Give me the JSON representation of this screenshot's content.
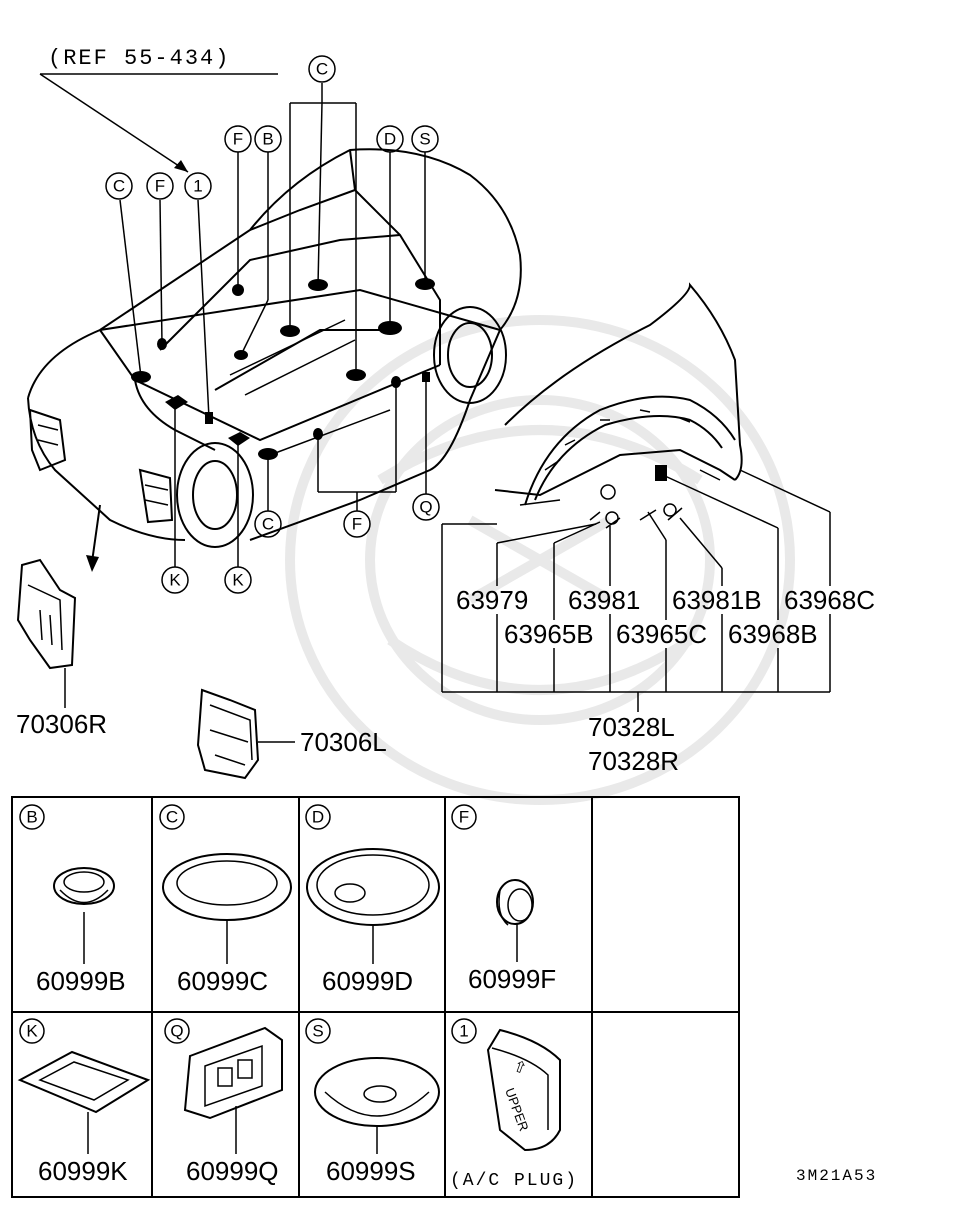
{
  "ref_label": "(REF 55-434)",
  "diagram_code": "3M21A53",
  "callouts": {
    "C": "C",
    "F": "F",
    "B": "B",
    "D": "D",
    "S": "S",
    "Q": "Q",
    "K": "K",
    "one": "1"
  },
  "parts": {
    "p70306R": "70306R",
    "p70306L": "70306L",
    "p63979": "63979",
    "p63981": "63981",
    "p63981B": "63981B",
    "p63968C": "63968C",
    "p63965B": "63965B",
    "p63965C": "63965C",
    "p63968B": "63968B",
    "p70328L": "70328L",
    "p70328R": "70328R"
  },
  "legend": [
    {
      "letter": "B",
      "part": "60999B"
    },
    {
      "letter": "C",
      "part": "60999C"
    },
    {
      "letter": "D",
      "part": "60999D"
    },
    {
      "letter": "F",
      "part": "60999F"
    },
    {
      "letter": "K",
      "part": "60999K"
    },
    {
      "letter": "Q",
      "part": "60999Q"
    },
    {
      "letter": "S",
      "part": "60999S"
    },
    {
      "letter": "1",
      "part": "(A/C PLUG)"
    }
  ],
  "plug_text": "UPPER",
  "plug_arrow": "⇧"
}
